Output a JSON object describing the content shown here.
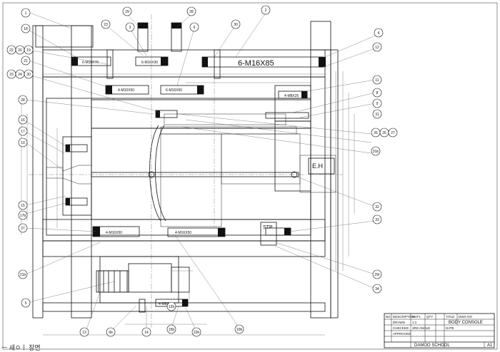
{
  "callouts": {
    "top_left": [
      "1",
      "18",
      "22",
      "20",
      "19",
      "21",
      "23",
      "24",
      "30"
    ],
    "top": [
      "29",
      "23",
      "3",
      "28",
      "6",
      "30",
      "2"
    ],
    "right": [
      "4",
      "12",
      "11",
      "8",
      "9",
      "31",
      "26",
      "25",
      "27",
      "31b",
      "32",
      "33",
      "29r",
      "34"
    ],
    "left_mid": [
      "28",
      "16",
      "17",
      "10",
      "15",
      "17b",
      "27",
      "21b"
    ],
    "bottom": [
      "5",
      "13",
      "6b",
      "14",
      "12b",
      "15b",
      "22b",
      "10b"
    ]
  },
  "screw_labels": {
    "main": "6-M16X85",
    "upper_left": "6-M10X70",
    "upper_mid": "6-M16X50",
    "mid_left": "4-M10X50",
    "mid_right": "4-M16X50",
    "right_top": "4-M8X25",
    "top_mid": "6-M10X30",
    "lower_left": "4-M16X50",
    "lower_mid": "4-M8X25"
  },
  "tags": {
    "eh": "E.H",
    "stp": "STP"
  },
  "title_block": {
    "school": "DAMOO SCHOOL",
    "part": "BODY CONSOLE",
    "scale": "1:1",
    "method": "3RD ANGLE",
    "sheet": "A1",
    "drawn": "DRAWN",
    "checked": "CHECKED",
    "approved": "APPROVED",
    "date": "DATE",
    "dwg_no": "DWG NO",
    "title_hdr": "TITLE",
    "desc": "DESCRIPTION",
    "qty": "QTY",
    "material": "MAT'L",
    "no": "NO"
  },
  "caption": "ㅡ 새ㅇㅣ 장면"
}
